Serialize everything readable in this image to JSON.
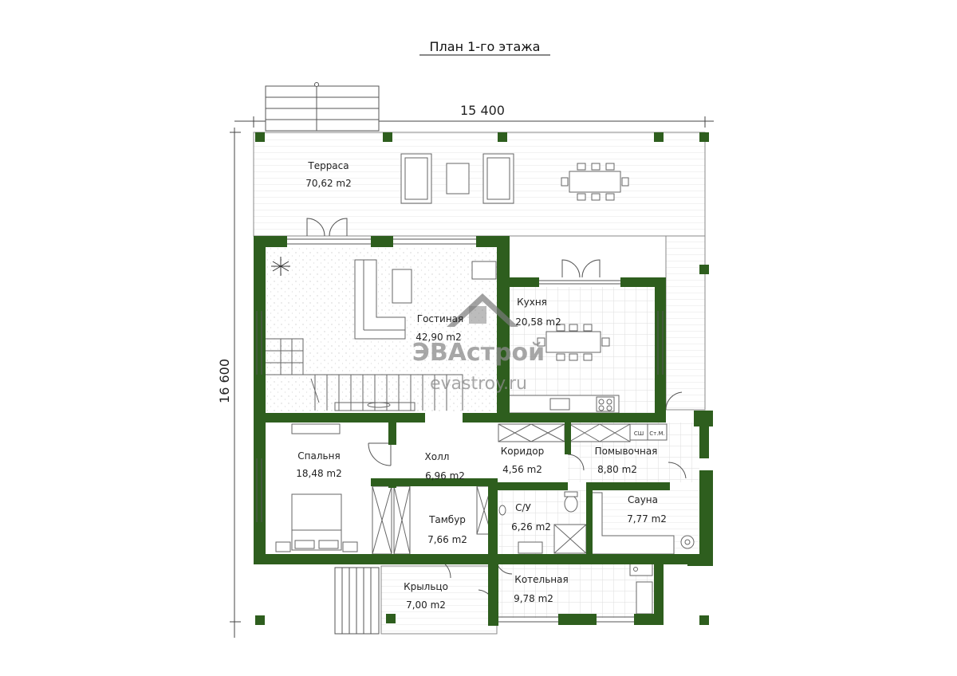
{
  "title": "План 1-го этажа",
  "dimensions": {
    "width": "15 400",
    "depth": "16 600"
  },
  "watermark": {
    "brand": "ЭВАстрой",
    "site": "evastroy.ru"
  },
  "appliance_labels": {
    "shower": "СШ",
    "washer": "Ст.М."
  },
  "colors": {
    "wall": "#2e5e1e",
    "line": "#555555",
    "tile": "#e6e6e6"
  },
  "rooms": [
    {
      "id": "terrace",
      "name": "Терраса",
      "area": "70,62 m2"
    },
    {
      "id": "living",
      "name": "Гостиная",
      "area": "42,90 m2"
    },
    {
      "id": "kitchen",
      "name": "Кухня",
      "area": "20,58 m2"
    },
    {
      "id": "bedroom",
      "name": "Спальня",
      "area": "18,48 m2"
    },
    {
      "id": "hall",
      "name": "Холл",
      "area": "6,96 m2"
    },
    {
      "id": "corridor",
      "name": "Коридор",
      "area": "4,56 m2"
    },
    {
      "id": "washroom",
      "name": "Помывочная",
      "area": "8,80 m2"
    },
    {
      "id": "vestibule",
      "name": "Тамбур",
      "area": "7,66 m2"
    },
    {
      "id": "wc",
      "name": "С/У",
      "area": "6,26 m2"
    },
    {
      "id": "sauna",
      "name": "Сауна",
      "area": "7,77 m2"
    },
    {
      "id": "porch",
      "name": "Крыльцо",
      "area": "7,00 m2"
    },
    {
      "id": "boiler",
      "name": "Котельная",
      "area": "9,78 m2"
    }
  ]
}
